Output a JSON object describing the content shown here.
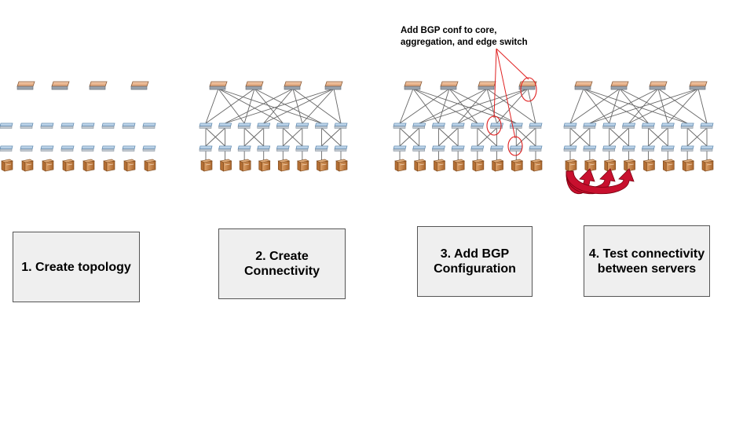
{
  "steps": [
    "1. Create topology",
    "2. Create Connectivity",
    "3. Add BGP Configuration",
    "4. Test connectivity between servers"
  ],
  "annotation": "Add BGP conf to core, aggregation, and edge switch",
  "colors": {
    "core_switch": "#e7b48f",
    "switch": "#b9d3ea",
    "server": "#c9803f",
    "link": "#666666",
    "highlight": "#e02020",
    "arrow": "#c8102e"
  },
  "icons": {
    "core": "core-switch-icon",
    "switch": "switch-icon",
    "server": "server-icon"
  }
}
